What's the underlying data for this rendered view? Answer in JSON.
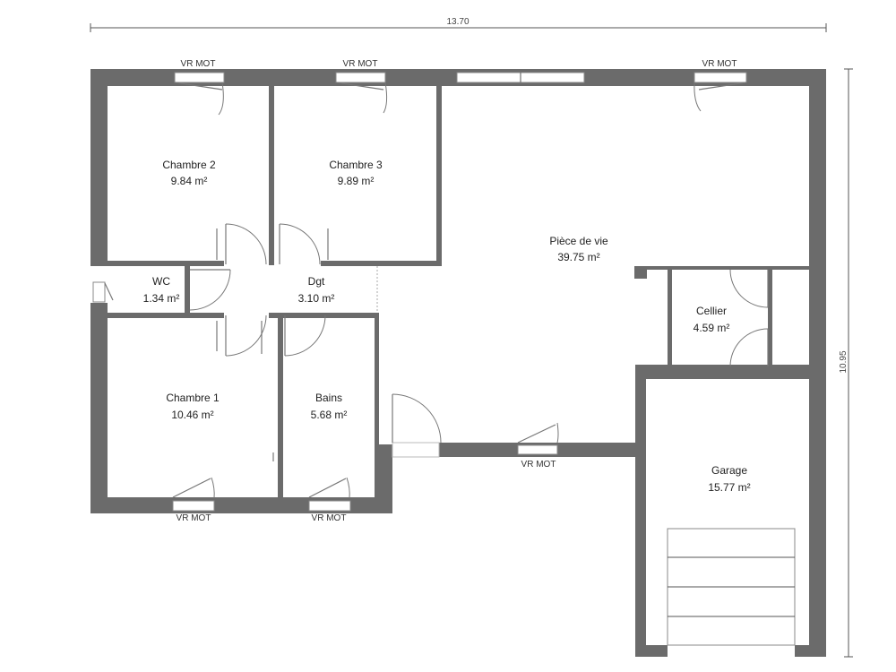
{
  "dimensions": {
    "width": "13.70",
    "height": "10.95"
  },
  "rooms": {
    "chambre2": {
      "name": "Chambre 2",
      "area": "9.84 m²"
    },
    "chambre3": {
      "name": "Chambre 3",
      "area": "9.89 m²"
    },
    "piece_de_vie": {
      "name": "Pièce de vie",
      "area": "39.75 m²"
    },
    "wc": {
      "name": "WC",
      "area": "1.34 m²"
    },
    "dgt": {
      "name": "Dgt",
      "area": "3.10 m²"
    },
    "cellier": {
      "name": "Cellier",
      "area": "4.59 m²"
    },
    "chambre1": {
      "name": "Chambre 1",
      "area": "10.46 m²"
    },
    "bains": {
      "name": "Bains",
      "area": "5.68 m²"
    },
    "garage": {
      "name": "Garage",
      "area": "15.77 m²"
    }
  },
  "window_labels": {
    "top_chambre2": "VR MOT",
    "top_chambre3": "VR MOT",
    "top_living": "VR MOT",
    "bottom_living": "VR MOT",
    "bottom_chambre1": "VR MOT",
    "bottom_bains": "VR MOT"
  },
  "colors": {
    "wall": "#6b6b6b",
    "background": "#ffffff",
    "text": "#222222"
  }
}
